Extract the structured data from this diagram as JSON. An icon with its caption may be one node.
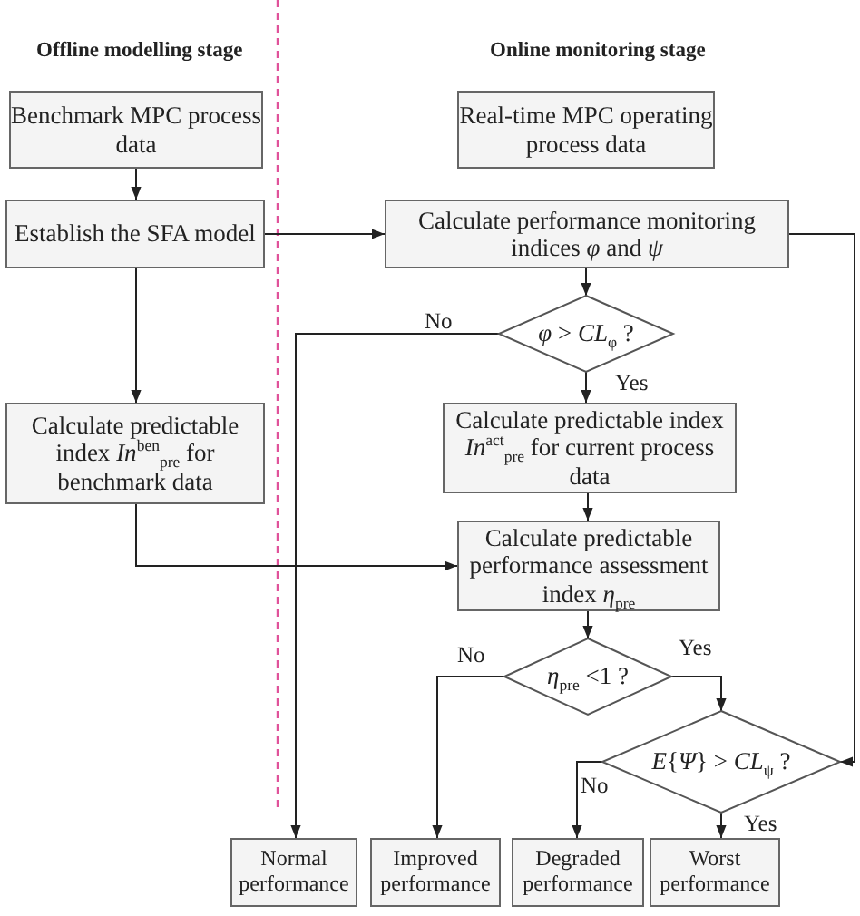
{
  "diagram": {
    "nodes": [
      {
        "text": [
          "Benchmark MPC process data"
        ]
      },
      {
        "text": [
          "Establish the SFA model"
        ]
      },
      {
        "text": [
          "Calculate predictable index *In*$^{ben}$$_{pre}$ for benchmark data"
        ]
      },
      {
        "text": [
          "Real-time MPC operating process data"
        ]
      },
      {
        "text": [
          "Calculate performance monitoring indices *φ* and *ψ*"
        ]
      },
      {
        "text": [
          "*φ* > *CL*$_{φ}$ ?"
        ]
      },
      {
        "text": [
          "Calculate predictable index *In*$^{act}$$_{pre}$ for current process data"
        ]
      },
      {
        "text": [
          "Calculate predictable performance assessment index *η*$_{pre}$"
        ]
      },
      {
        "text": [
          "*η*$_{pre}$ <1 ?"
        ]
      },
      {
        "text": [
          "*E*{*Ψ*} > *CL*$_{ψ}$ ?"
        ]
      },
      {
        "text": [
          "Normal performance"
        ]
      },
      {
        "text": [
          "Improved performance"
        ]
      },
      {
        "text": [
          "Degraded performance"
        ]
      },
      {
        "text": [
          "Worst performance"
        ]
      }
    ],
    "edges": [
      {
        "from": 0,
        "to": 1,
        "arrow": "to"
      },
      {
        "from": 1,
        "to": 4,
        "arrow": "to"
      },
      {
        "from": 1,
        "to": 2,
        "arrow": "to"
      },
      {
        "from": 2,
        "to": 7,
        "arrow": "to"
      },
      {
        "from": 4,
        "to": 5,
        "arrow": "to"
      },
      {
        "from": 5,
        "to": 6,
        "arrow": "to",
        "label": "Yes"
      },
      {
        "from": 5,
        "to": 10,
        "arrow": "to",
        "label": "No"
      },
      {
        "from": 6,
        "to": 7,
        "arrow": "to"
      },
      {
        "from": 7,
        "to": 8,
        "arrow": "to"
      },
      {
        "from": 8,
        "to": 11,
        "arrow": "to",
        "label": "No"
      },
      {
        "from": 8,
        "to": 9,
        "arrow": "to",
        "label": "Yes"
      },
      {
        "from": 4,
        "to": 9,
        "arrow": "to"
      },
      {
        "from": 9,
        "to": 12,
        "arrow": "to",
        "label": "No"
      },
      {
        "from": 9,
        "to": 13,
        "arrow": "to",
        "label": "Yes"
      }
    ],
    "labels": [
      "Offline modelling stage",
      "Online monitoring stage"
    ]
  }
}
